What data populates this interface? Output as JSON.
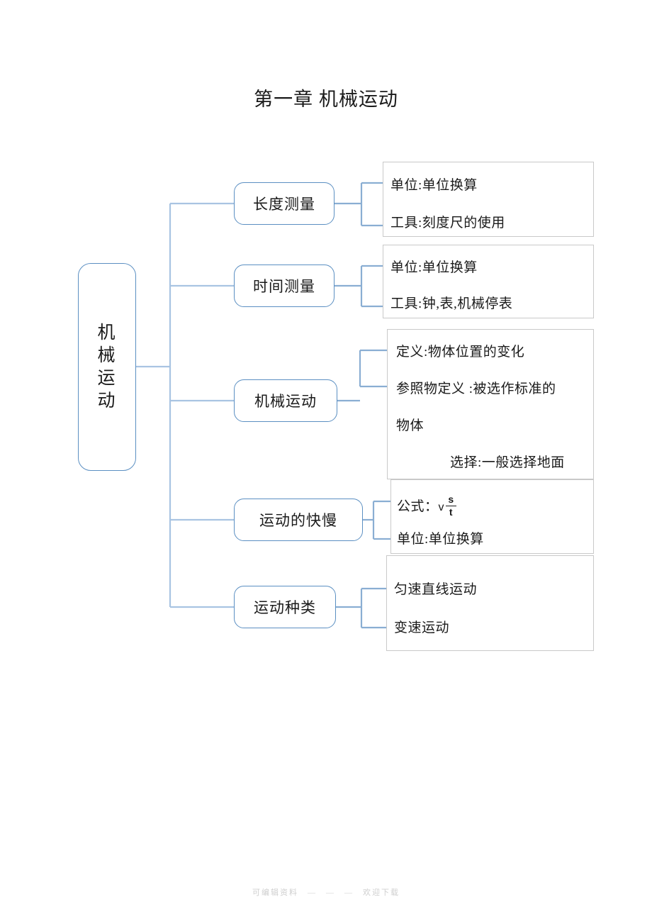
{
  "page": {
    "title": "第一章  机械运动",
    "footer": "可编辑资料　—　—　—　欢迎下载",
    "background_color": "#ffffff",
    "node_border_color": "#5b8fc2",
    "connector_color": "#a9c4e2",
    "detail_border_color": "#c9c9c9",
    "text_color": "#1a1a1a"
  },
  "diagram": {
    "type": "mind-map",
    "root": {
      "label": "机械运动",
      "label_vertical": "机\n械\n运\n动"
    },
    "branches": [
      {
        "label": "长度测量",
        "details": [
          {
            "text": "单位:单位换算"
          },
          {
            "text": "工具:刻度尺的使用"
          }
        ]
      },
      {
        "label": "时间测量",
        "details": [
          {
            "text": "单位:单位换算"
          },
          {
            "text": "工具:钟,表,机械停表"
          }
        ]
      },
      {
        "label": "机械运动",
        "details": [
          {
            "text": "定义:物体位置的变化"
          },
          {
            "text": "参照物定义    :被选作标准的"
          },
          {
            "text": "物体"
          },
          {
            "text": "选择:一般选择地面"
          }
        ]
      },
      {
        "label": "运动的快慢",
        "details": [
          {
            "text": "公式：",
            "formula": {
              "symbol": "v",
              "numerator": "s",
              "denominator": "t"
            }
          },
          {
            "text": "单位:单位换算"
          }
        ]
      },
      {
        "label": "运动种类",
        "details": [
          {
            "text": "匀速直线运动"
          },
          {
            "text": "变速运动"
          }
        ]
      }
    ]
  }
}
